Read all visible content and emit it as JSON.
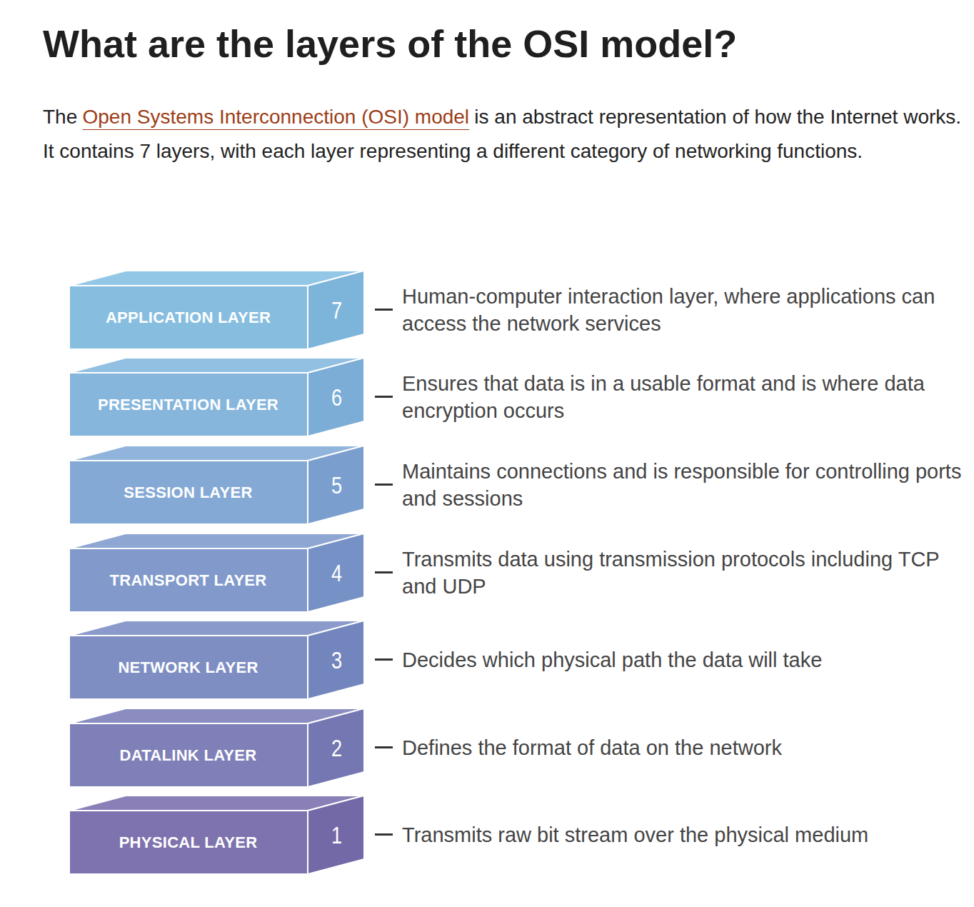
{
  "diagram": {
    "title": "What are the layers of the OSI model?",
    "nodes": [
      {
        "text": [
          "APPLICATION LAYER",
          "7"
        ]
      },
      {
        "text": [
          "PRESENTATION LAYER",
          "6"
        ]
      },
      {
        "text": [
          "SESSION LAYER",
          "5"
        ]
      },
      {
        "text": [
          "TRANSPORT LAYER",
          "4"
        ]
      },
      {
        "text": [
          "NETWORK LAYER",
          "3"
        ]
      },
      {
        "text": [
          "DATALINK LAYER",
          "2"
        ]
      },
      {
        "text": [
          "PHYSICAL LAYER",
          "1"
        ]
      }
    ],
    "labels": [
      "The",
      "Open Systems Interconnection (OSI) model",
      "is an abstract representation of how the Internet works. It contains 7 layers, with each layer representing a different category of networking functions.",
      "Human-computer interaction layer, where applications can access the network services",
      "Ensures that data is in a usable format and is where data encryption occurs",
      "Maintains connections and is responsible for controlling ports and sessions",
      "Transmits data using transmission protocols including TCP and UDP",
      "Decides which physical path the data will take",
      "Defines the format of data on the network",
      "Transmits raw bit stream over the physical medium"
    ]
  }
}
